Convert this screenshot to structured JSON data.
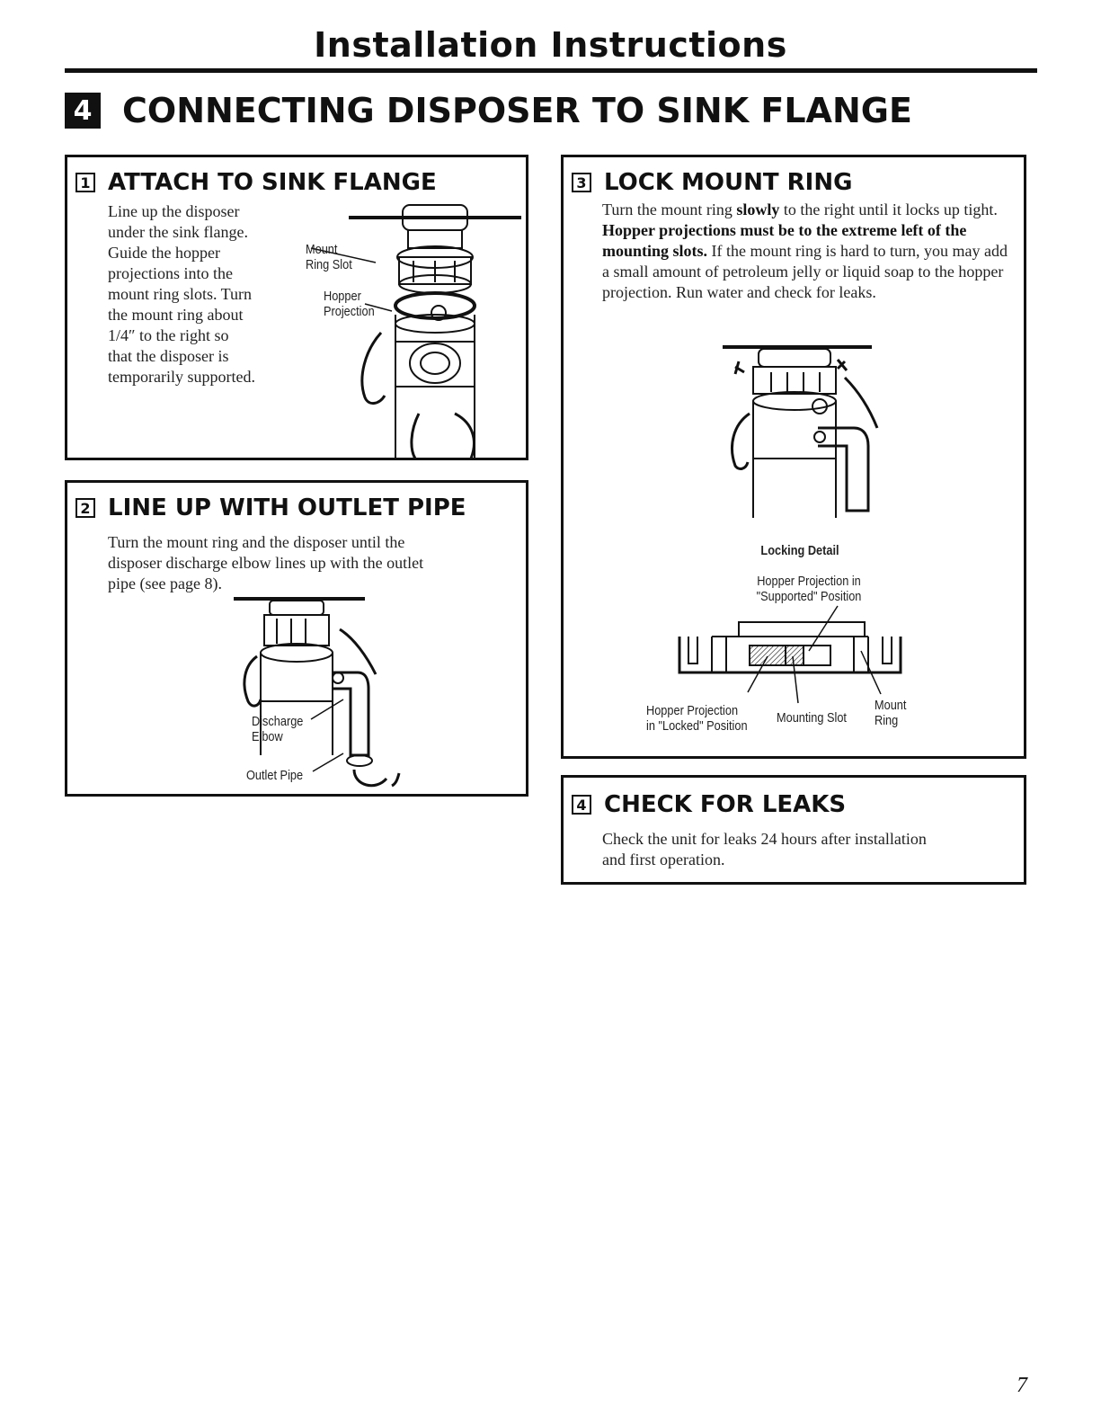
{
  "header": {
    "title": "Installation Instructions"
  },
  "section": {
    "number": "4",
    "title": "CONNECTING DISPOSER TO SINK FLANGE"
  },
  "steps": {
    "attach": {
      "number": "1",
      "title": "ATTACH TO SINK FLANGE",
      "lines": [
        "Line up the disposer",
        "under the sink flange.",
        "Guide the hopper",
        "projections into the",
        "mount ring slots. Turn",
        "the mount ring about",
        "1/4″ to the right so",
        "that the disposer is",
        "temporarily supported."
      ],
      "labels": {
        "mount_ring_slot_1": "Mount",
        "mount_ring_slot_2": "Ring Slot",
        "hopper_projection_1": "Hopper",
        "hopper_projection_2": "Projection"
      }
    },
    "line_up": {
      "number": "2",
      "title": "LINE UP WITH OUTLET PIPE",
      "lines": [
        "Turn the mount ring and the disposer until the",
        "disposer discharge elbow lines up with the outlet",
        "pipe (see page 8)."
      ],
      "labels": {
        "discharge_1": "Discharge",
        "discharge_2": "Elbow",
        "outlet_pipe": "Outlet Pipe"
      }
    },
    "lock": {
      "number": "3",
      "title": "LOCK MOUNT RING",
      "text_a": "Turn the mount ring ",
      "text_b": "slowly",
      "text_c": " to the right until it locks up tight. ",
      "text_d": "Hopper projections must be to the extreme left of the mounting slots.",
      "text_e": " If the mount ring is hard to turn, you may add a small amount of petroleum jelly or liquid soap to the hopper projection. Run water and check for leaks.",
      "detail": {
        "title": "Locking Detail",
        "supported_1": "Hopper Projection in",
        "supported_2": "\"Supported\" Position",
        "locked_1": "Hopper Projection",
        "locked_2": "in \"Locked\" Position",
        "slot": "Mounting Slot",
        "ring_1": "Mount",
        "ring_2": "Ring"
      }
    },
    "check": {
      "number": "4",
      "title": "CHECK FOR LEAKS",
      "lines": [
        "Check the unit for leaks 24 hours after installation",
        "and first operation."
      ]
    }
  },
  "page_number": "7"
}
